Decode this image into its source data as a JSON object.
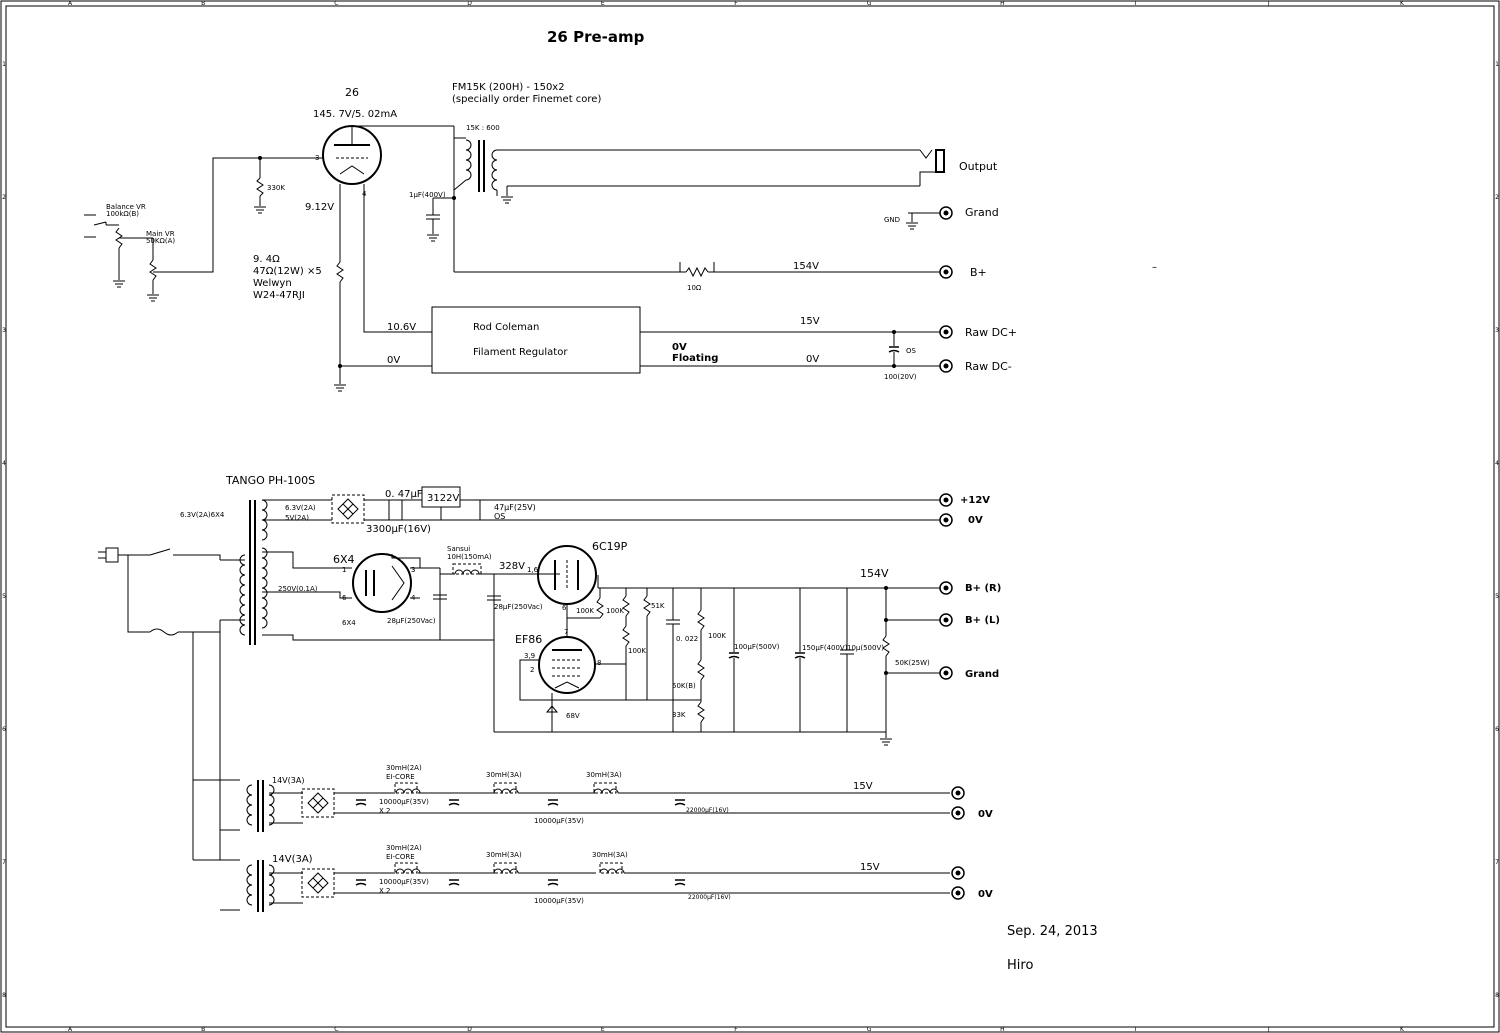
{
  "title": "26 Pre-amp",
  "grid": {
    "cols": [
      "A",
      "B",
      "C",
      "D",
      "E",
      "F",
      "G",
      "H",
      "I",
      "J",
      "K"
    ],
    "rows": [
      "1",
      "2",
      "3",
      "4",
      "5",
      "6",
      "7",
      "8"
    ]
  },
  "top": {
    "tube": "26",
    "tube_op": "145. 7V/5. 02mA",
    "xfmr_line1": "FM15K (200H) - 150x2",
    "xfmr_line2": "(specially order Finemet core)",
    "ratio": "15K : 600",
    "cap_1u": "1μF(400V)",
    "r_330k": "330K",
    "balance_vr1": "Balance VR",
    "balance_vr2": "100kΩ(B)",
    "main_vr1": "Main VR",
    "main_vr2": "50KΩ(A)",
    "v_912": "9.12V",
    "res1": "9. 4Ω",
    "res2": "47Ω(12W)  ×5",
    "res3": "Welwyn",
    "res4": "W24-47RJI",
    "v_106": "10.6V",
    "v_0a": "0V",
    "reg1": "Rod  Coleman",
    "reg2": "Filament  Regulator",
    "float1": "0V",
    "float2": "Floating",
    "v_15": "15V",
    "v_0b": "0V",
    "r_10": "10Ω",
    "v_154": "154V",
    "os": "OS",
    "cap_100": "100(20V)",
    "gnd": "GND",
    "pin3": "3",
    "pin4": "4",
    "dash": "–",
    "out_output": "Output",
    "out_grand": "Grand",
    "out_bplus": "B+",
    "out_rawp": "Raw DC+",
    "out_rawn": "Raw DC-"
  },
  "psu": {
    "xfmr": "TANGO  PH-100S",
    "sec_63": "6.3V(2A)6X4",
    "sec_63b": "6.3V(2A)",
    "sec_5": "5V(2A)",
    "sec_250": "250V(0.1A)",
    "c_047": "0. 47μF",
    "reg": "3122V",
    "c_3300": "3300μF(16V)",
    "c_47": "47μF(25V)",
    "os": "OS",
    "out_12": "+12V",
    "out_0v": "0V",
    "rect": "6X4",
    "rect_lbl": "6X4",
    "choke1": "Sansui",
    "choke2": "10H(150mA)",
    "v_328": "328V",
    "c_28a": "28μF(250Vac)",
    "c_28b": "28μF(250Vac)",
    "tube2": "6C19P",
    "tube3": "EF86",
    "r_100k1": "100K",
    "r_100k2": "100K",
    "r_100k3": "100K",
    "r_100k4": "100K",
    "r_51k": "51K",
    "c_022": "0. 022",
    "r_50kb": "50K(B)",
    "r_33k": "33K",
    "c_100": "100μF(500V)",
    "c_150": "150μF(400V)",
    "c_10": "10μ(500V)",
    "r_50k": "50K(25W)",
    "z_68": "68V",
    "v_154": "154V",
    "out_br": "B+  (R)",
    "out_bl": "B+  (L)",
    "out_grand": "Grand",
    "p1": "1",
    "p3": "3",
    "p4": "4",
    "p6": "6",
    "p16": "1,6",
    "p39": "3,9",
    "p2": "2",
    "p8": "8",
    "p7": "7",
    "p6b": "6"
  },
  "ch1": {
    "sec": "14V(3A)",
    "l1a": "30mH(2A)",
    "l1b": "EI-CORE",
    "l2": "30mH(3A)",
    "l3": "30mH(3A)",
    "c1": "10000μF(35V)",
    "x2": "X 2",
    "c2": "10000μF(35V)",
    "c3": "22000μF(16V)",
    "v15": "15V",
    "v0": "0V"
  },
  "ch2": {
    "sec": "14V(3A)",
    "l1a": "30mH(2A)",
    "l1b": "EI-CORE",
    "l2": "30mH(3A)",
    "l3": "30mH(3A)",
    "c1": "10000μF(35V)",
    "x2": "X 2",
    "c2": "10000μF(35V)",
    "c3": "22000μF(16V)",
    "v15": "15V",
    "v0": "0V"
  },
  "date": "Sep. 24, 2013",
  "author": "Hiro"
}
